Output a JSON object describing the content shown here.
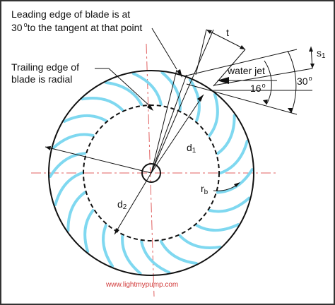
{
  "annotations": {
    "leading_edge_line1": "Leading edge of blade is at",
    "leading_edge_line2_deg": "30",
    "leading_edge_line2_rest": "to the tangent at that point",
    "trailing_edge_line1": "Trailing edge of",
    "trailing_edge_line2": "blade is radial",
    "water_jet": "water jet",
    "t": "t",
    "s": "s",
    "s_sub": "1",
    "angle_small": "16",
    "angle_large": "30",
    "d1": "d",
    "d1_sub": "1",
    "d2": "d",
    "d2_sub": "2",
    "rb": "r",
    "rb_sub": "b"
  },
  "watermark": "www.lightmypump.com",
  "colors": {
    "blade": "#7fd8f0",
    "line": "#111111",
    "centerline": "#e06060",
    "watermark": "#d13a3a",
    "frame": "#333333"
  }
}
